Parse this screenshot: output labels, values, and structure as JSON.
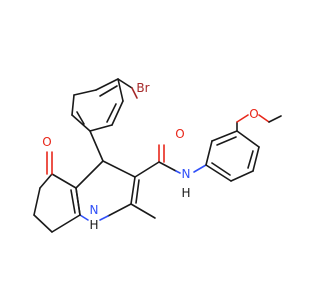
{
  "molecule": {
    "atoms": {
      "bromine": "Br",
      "ketone_oxygen": "O",
      "amide_oxygen": "O",
      "amide_nitrogen": "N",
      "amide_hydrogen": "H",
      "methoxy_oxygen": "O",
      "ring_nitrogen": "N",
      "ring_hydrogen": "H"
    },
    "colors": {
      "carbon_bond": "#1a1a1a",
      "oxygen": "#e8271a",
      "nitrogen": "#3050f8",
      "bromine": "#a62929"
    }
  }
}
